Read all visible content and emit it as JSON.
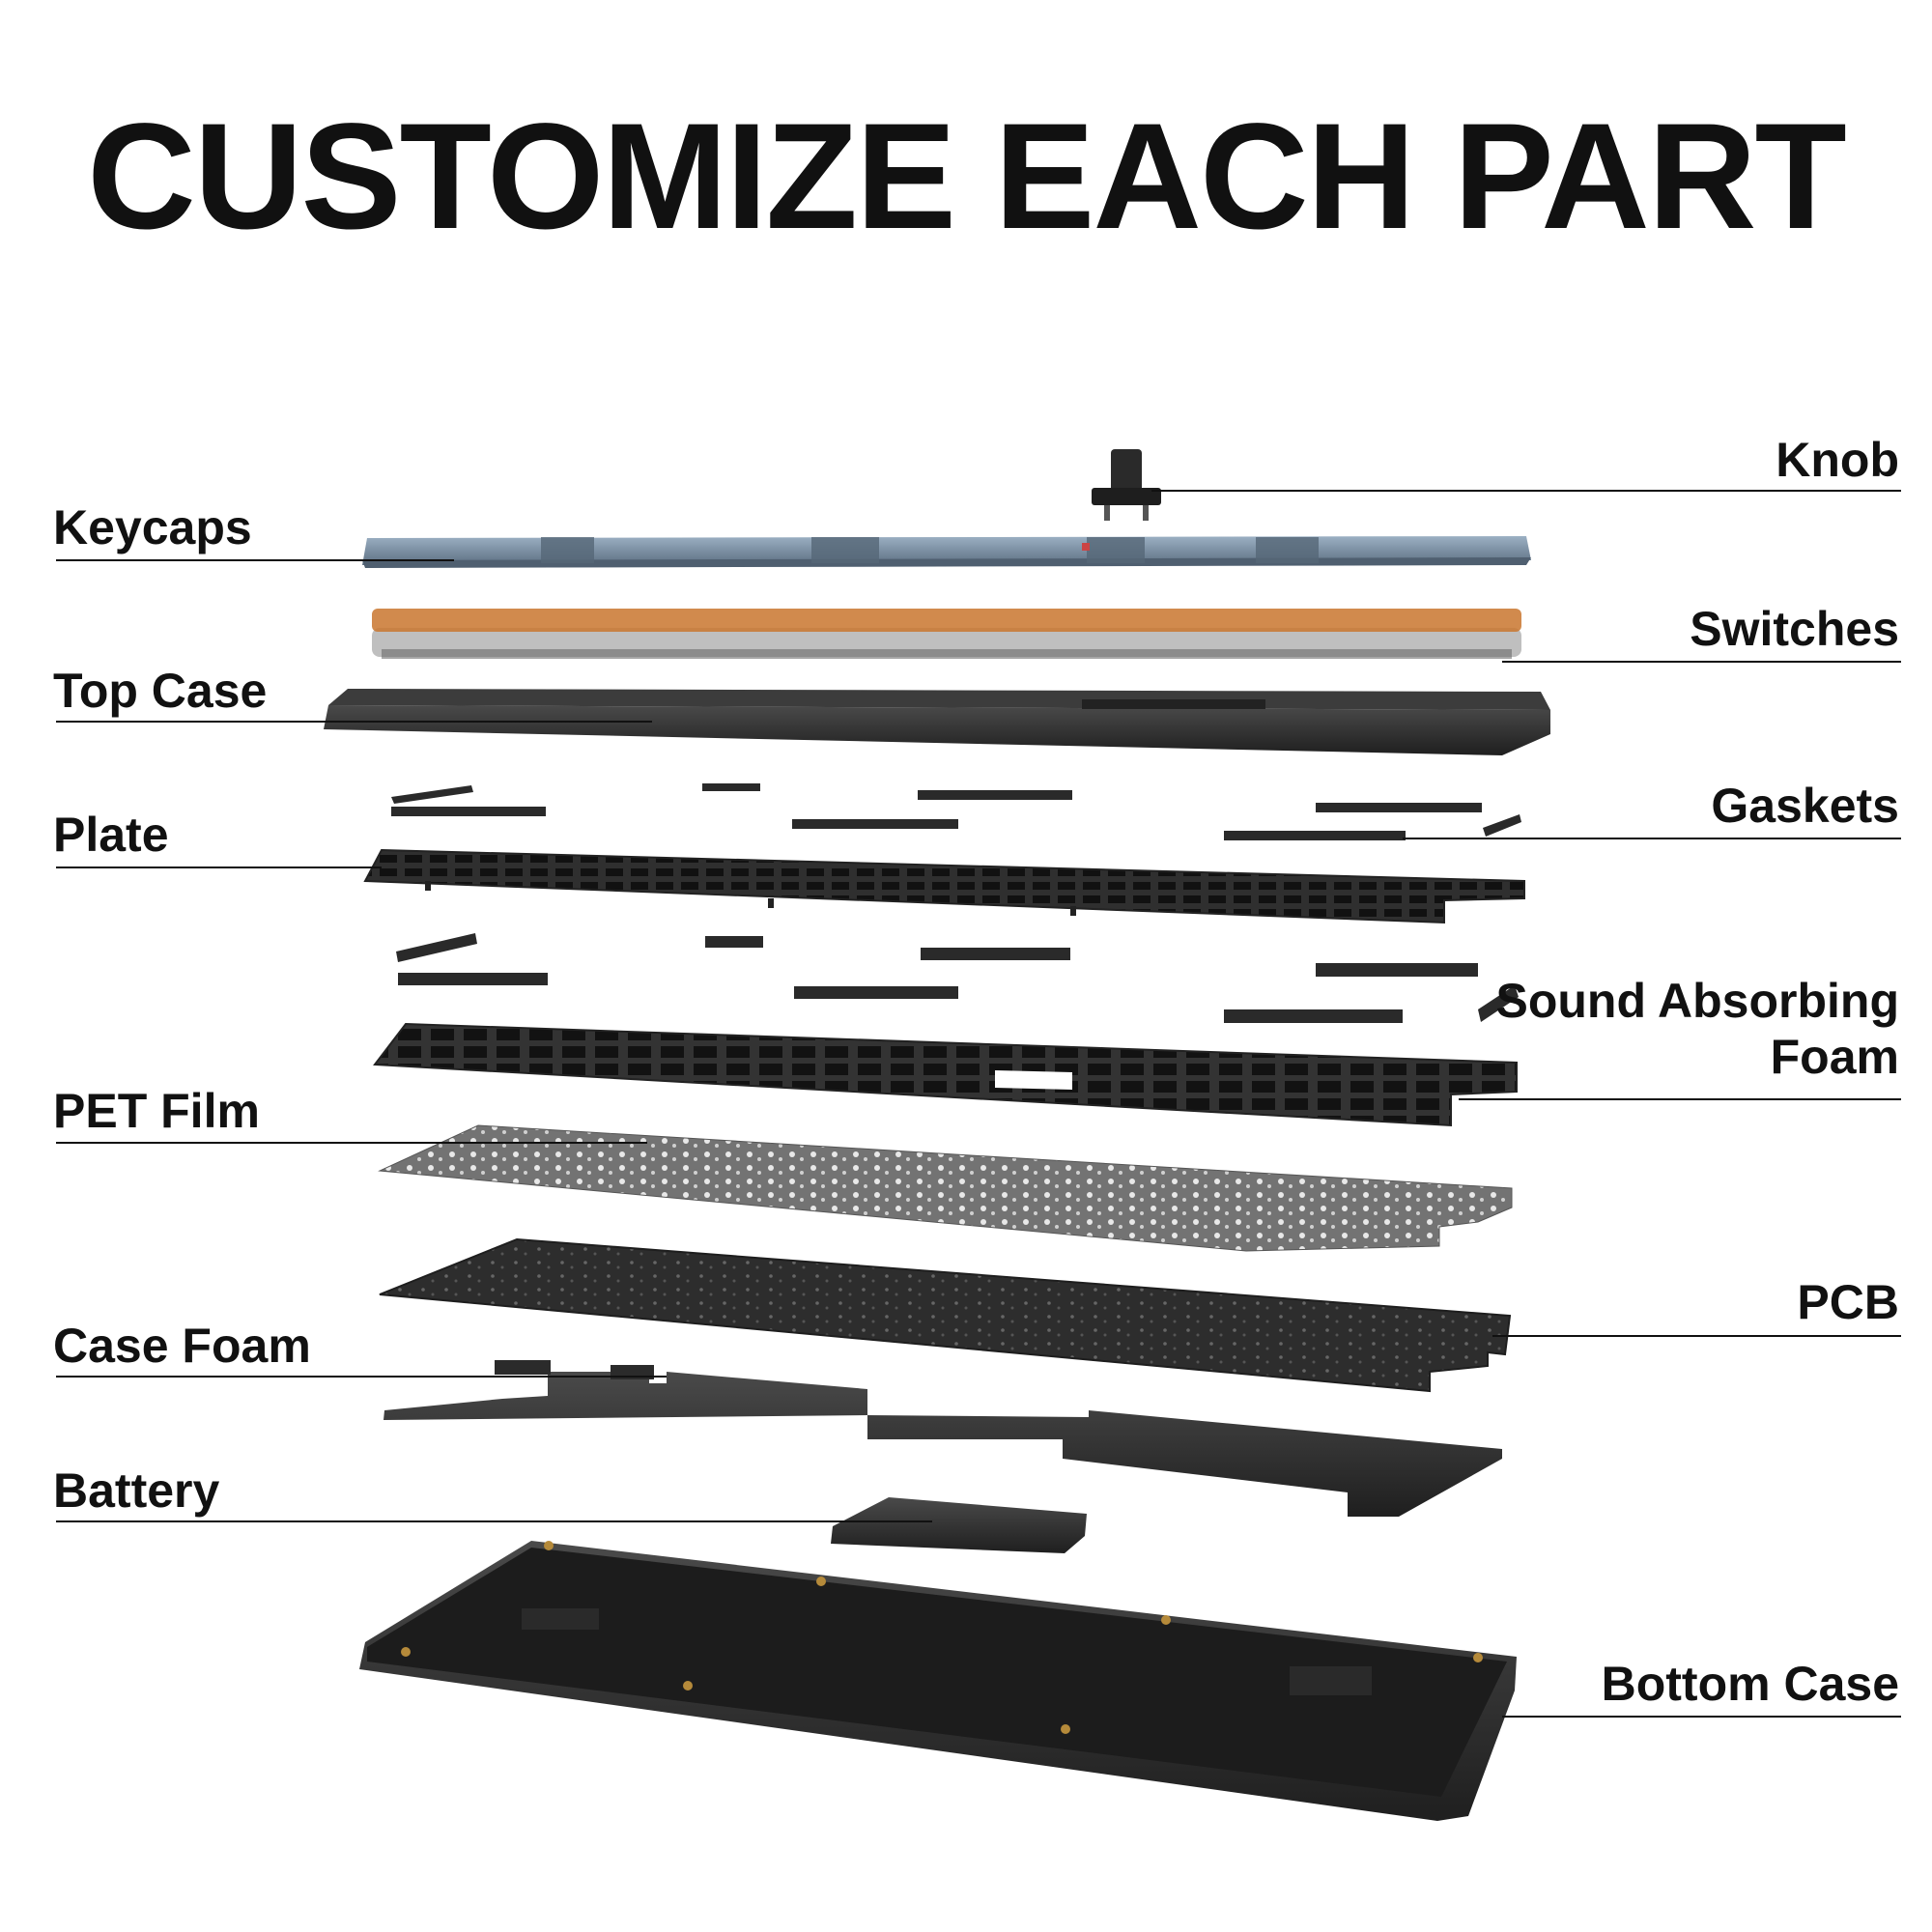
{
  "title": "CUSTOMIZE EACH PART",
  "colors": {
    "keycap_blue": "#7f95aa",
    "keycap_dark": "#3f4a57",
    "switch_orange": "#c9752e",
    "case_black": "#2e2e2e",
    "film_gray": "#777777",
    "label_text": "#111111"
  },
  "labels": {
    "knob": "Knob",
    "keycaps": "Keycaps",
    "switches": "Switches",
    "top_case": "Top Case",
    "gaskets": "Gaskets",
    "plate": "Plate",
    "sound_absorbing_foam": "Sound Absorbing\nFoam",
    "pet_film": "PET Film",
    "pcb": "PCB",
    "case_foam": "Case Foam",
    "battery": "Battery",
    "bottom_case": "Bottom Case"
  }
}
